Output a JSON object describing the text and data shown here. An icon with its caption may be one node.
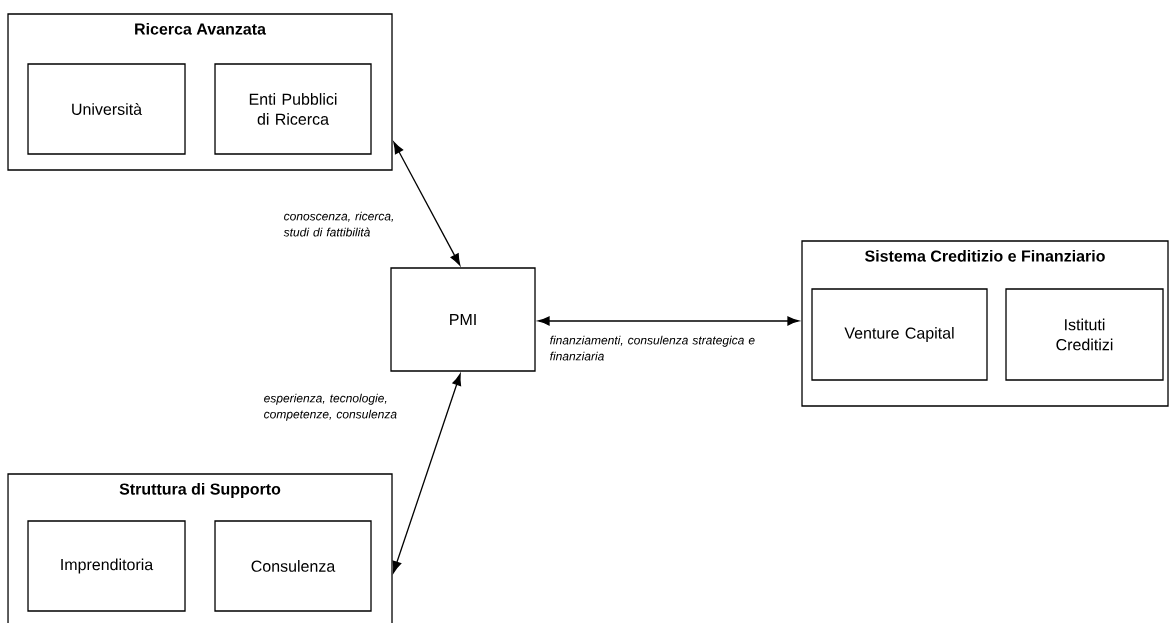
{
  "diagram": {
    "nodes": [
      {
        "text": [
          "Ricerca Avanzata"
        ]
      },
      {
        "text": [
          "Università"
        ],
        "in": 0
      },
      {
        "text": [
          "Enti Pubblici di Ricerca"
        ],
        "in": 0
      },
      {
        "text": [
          "PMI"
        ]
      },
      {
        "text": [
          "Sistema Creditizio e Finanziario"
        ]
      },
      {
        "text": [
          "Venture Capital"
        ],
        "in": 4
      },
      {
        "text": [
          "Istituti Creditizi"
        ],
        "in": 4
      },
      {
        "text": [
          "Struttura di Supporto"
        ]
      },
      {
        "text": [
          "Imprenditoria"
        ],
        "in": 7
      },
      {
        "text": [
          "Consulenza"
        ],
        "in": 7
      }
    ],
    "edges": [
      {
        "from": 0,
        "to": 3,
        "arrow": "both",
        "label": "conoscenza, ricerca, studi di fattibilità"
      },
      {
        "from": 3,
        "to": 4,
        "arrow": "both",
        "label": "finanziamenti, consulenza strategica e finanziaria"
      },
      {
        "from": 7,
        "to": 3,
        "arrow": "both",
        "label": "esperienza, tecnologie, competenze, consulenza"
      }
    ]
  }
}
